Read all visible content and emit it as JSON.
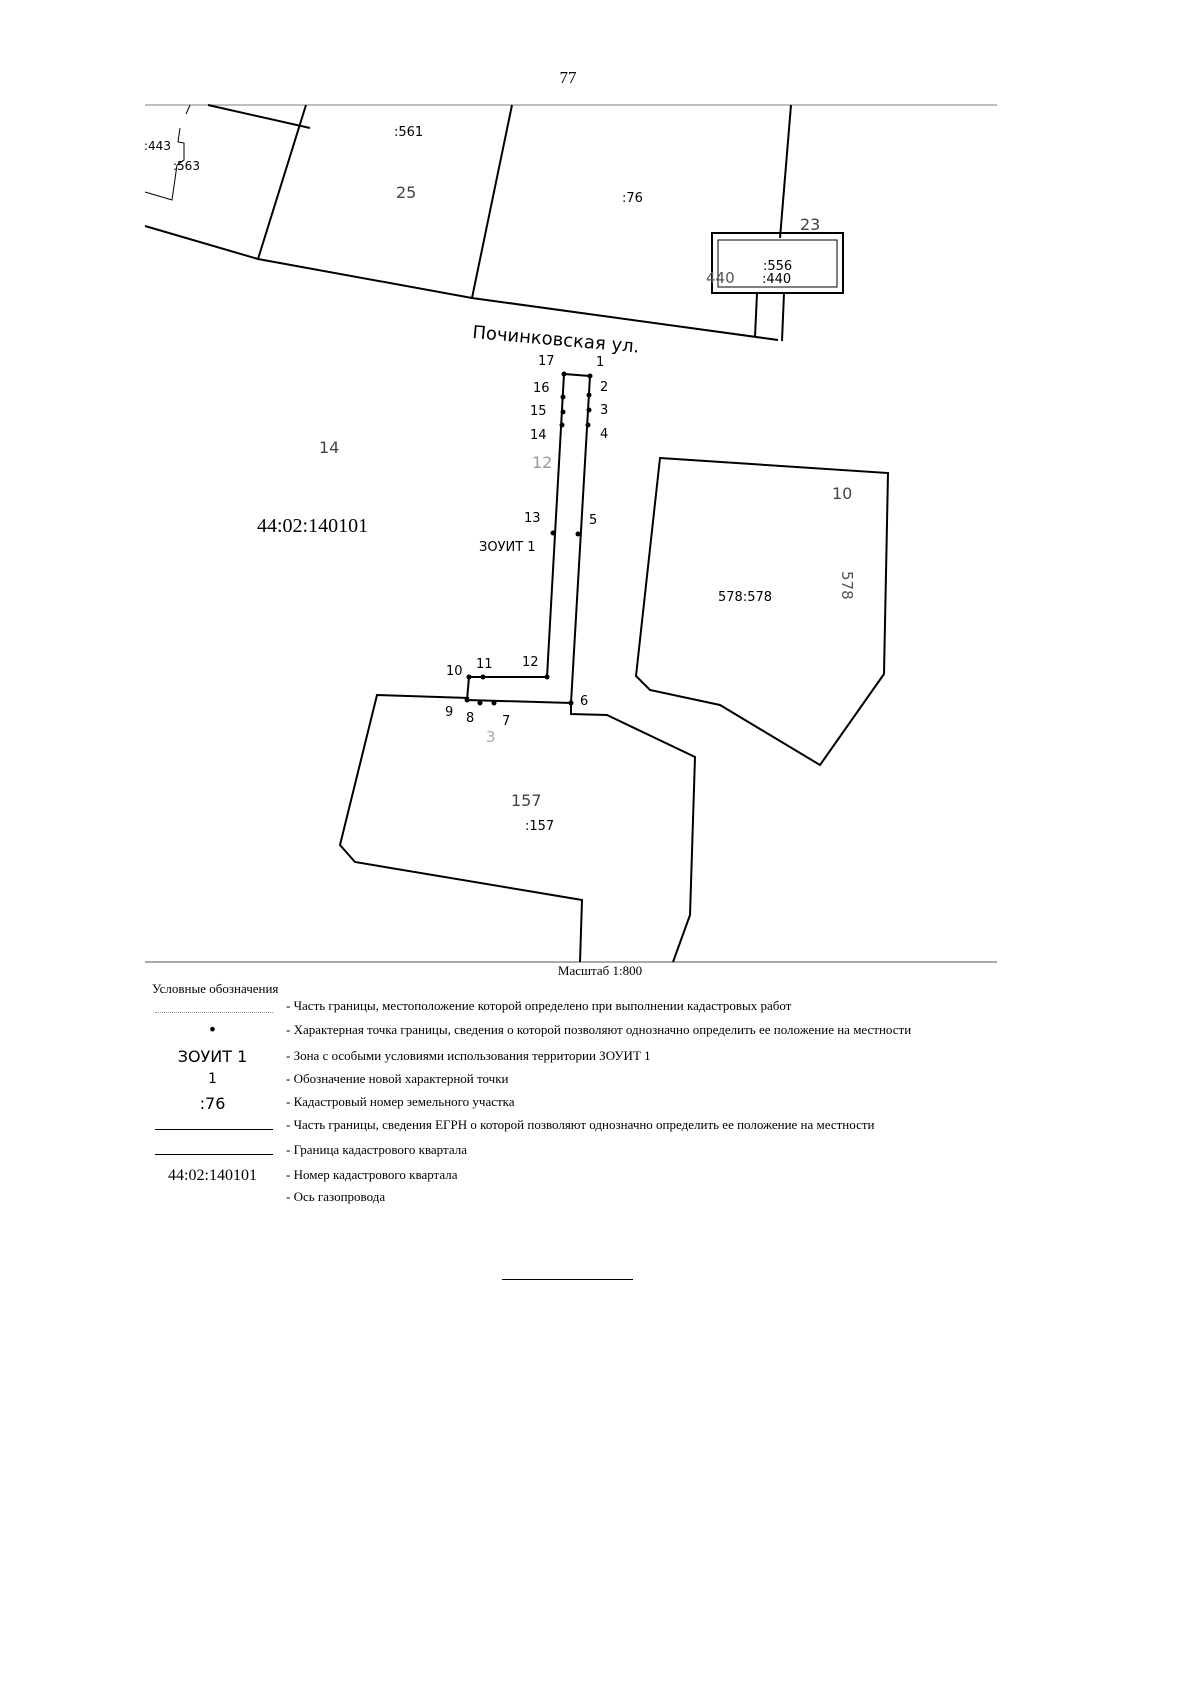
{
  "page_number": "77",
  "map": {
    "street": "Починковская ул.",
    "quarter_number": "44:02:140101",
    "zone_label": "ЗОУИТ 1",
    "points": [
      "1",
      "2",
      "3",
      "4",
      "5",
      "6",
      "7",
      "8",
      "9",
      "10",
      "11",
      "12",
      "13",
      "14",
      "15",
      "16",
      "17"
    ],
    "parcel_labels": {
      "p14": "14",
      "p12": "12",
      "p10": "10",
      "p578": "578:578",
      "p578v": "578",
      "p157a": "157",
      "p157b": ":157",
      "p3": "3",
      "p25": "25",
      "p561": ":561",
      "p76": ":76",
      "p23": "23",
      "p556": ":556",
      "p440a": "440",
      "p440b": ":440",
      "p443": ":443",
      "p563": ":563"
    },
    "scale": "Масштаб 1:800"
  },
  "legend": {
    "title": "Условные обозначения",
    "items": [
      {
        "symbol": "",
        "text": "- Часть границы, местоположение которой определено при выполнении кадастровых работ"
      },
      {
        "symbol": "•",
        "text": "- Характерная точка границы, сведения о которой позволяют однозначно определить ее положение на местности"
      },
      {
        "symbol": "ЗОУИТ 1",
        "text": "- Зона с особыми условиями использования территории ЗОУИТ 1"
      },
      {
        "symbol": "1",
        "text": "- Обозначение новой характерной точки"
      },
      {
        "symbol": ":76",
        "text": "- Кадастровый номер земельного участка"
      },
      {
        "symbol": "",
        "text": "- Часть границы, сведения ЕГРН о которой позволяют однозначно определить ее положение на местности"
      },
      {
        "symbol": "",
        "text": "- Граница кадастрового квартала"
      },
      {
        "symbol": "44:02:140101",
        "text": "- Номер кадастрового квартала"
      },
      {
        "symbol": "",
        "text": "- Ось газопровода"
      }
    ]
  }
}
